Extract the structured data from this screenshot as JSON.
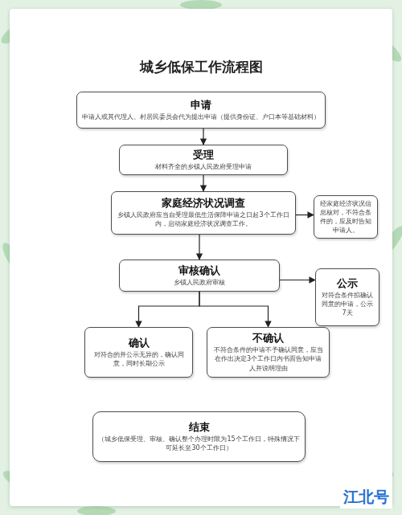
{
  "diagram": {
    "title": "城乡低保工作流程图",
    "nodes": [
      {
        "text": [
          "申请",
          "申请人或其代理人、村居民委员会代为提出申请（提供身份证、户口本等基础材料）"
        ]
      },
      {
        "text": [
          "受理",
          "材料齐全的乡镇人民政府受理申请"
        ]
      },
      {
        "text": [
          "家庭经济状况调查",
          "乡镇人民政府应当自受理最低生活保障申请之日起3个工作日内，启动家庭经济状况调查工作。"
        ]
      },
      {
        "text": [
          "经家庭经济状况信息核对，不符合条件的，应及时告知申请人。"
        ]
      },
      {
        "text": [
          "审核确认",
          "乡镇人民政府审核"
        ]
      },
      {
        "text": [
          "公示",
          "对符合条件拟确认同意的申请，公示7天"
        ]
      },
      {
        "text": [
          "确认",
          "对符合的并公示无异的，确认同意，同时长期公示"
        ]
      },
      {
        "text": [
          "不确认",
          "不符合条件的申请不予确认同意，应当在作出决定3个工作日内书面告知申请人并说明理由"
        ]
      },
      {
        "text": [
          "结束",
          "（城乡低保受理、审核、确认整个办理时限为15个工作日，特殊情况下可延长至30个工作日）"
        ]
      }
    ],
    "edges": [
      {
        "from": 0,
        "to": 1,
        "arrow": "to"
      },
      {
        "from": 1,
        "to": 2,
        "arrow": "to"
      },
      {
        "from": 2,
        "to": 3,
        "arrow": "to"
      },
      {
        "from": 2,
        "to": 4,
        "arrow": "to"
      },
      {
        "from": 4,
        "to": 5,
        "arrow": "to"
      },
      {
        "from": 4,
        "to": 6,
        "arrow": "to"
      },
      {
        "from": 4,
        "to": 7,
        "arrow": "to"
      }
    ],
    "labels": [
      "江北号"
    ]
  }
}
